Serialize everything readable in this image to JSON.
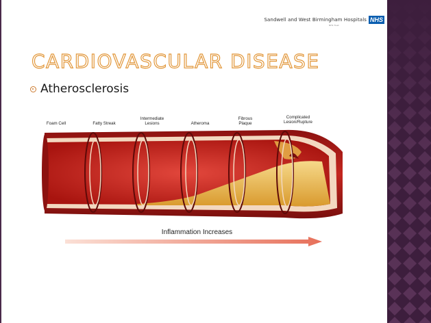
{
  "slide": {
    "title": "CARDIOVASCULAR DISEASE",
    "header": {
      "organization": "Sandwell and West Birmingham Hospitals",
      "nhs_logo": "NHS",
      "sub": "NHS Trust"
    },
    "bullet": "Atherosclerosis",
    "diagram": {
      "stages": [
        {
          "lines": [
            "Foam Cell"
          ]
        },
        {
          "lines": [
            "Fatty Streak"
          ]
        },
        {
          "lines": [
            "Intermediate",
            "Lesions"
          ]
        },
        {
          "lines": [
            "Atheroma"
          ]
        },
        {
          "lines": [
            "Fibrous",
            "Plaque"
          ]
        },
        {
          "lines": [
            "Complicated",
            "Lesion/Rupture"
          ]
        }
      ],
      "arrow_label": "Inflammation Increases"
    },
    "colors": {
      "title_outline": "#e2973a",
      "sidebar": "#3d1e3d",
      "artery": "#b41e1a",
      "plaque": "#e8b44a",
      "arrow": "#e87860"
    }
  }
}
